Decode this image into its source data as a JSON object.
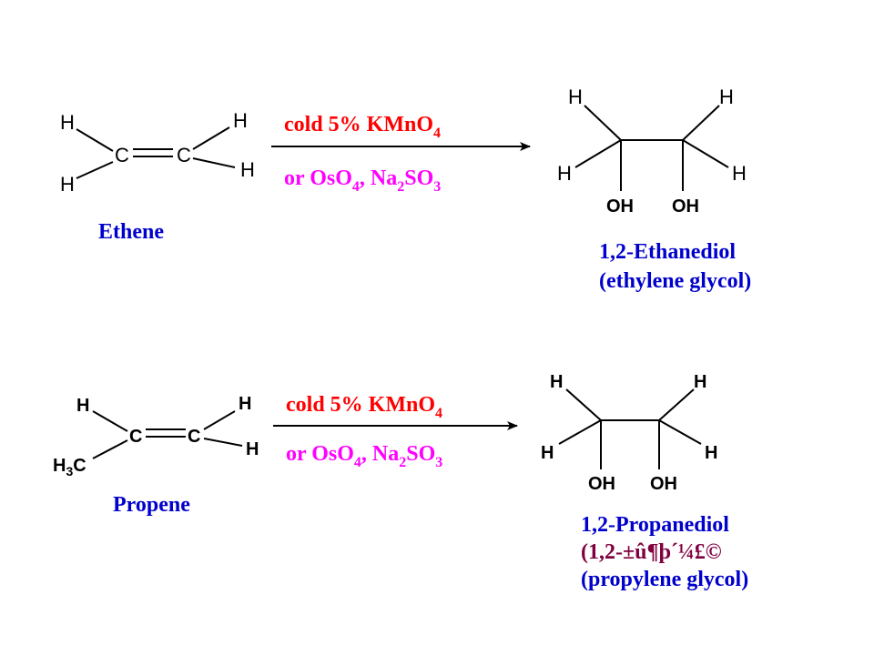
{
  "colors": {
    "reagent": "#ff0000",
    "alt_reagent": "#ff00ff",
    "name": "#0000cc",
    "garbled": "#800040",
    "bond": "#000000"
  },
  "reaction1": {
    "reactant": {
      "atoms": {
        "h1": "H",
        "h2": "H",
        "h3": "H",
        "h4": "H",
        "c1": "C",
        "c2": "C"
      },
      "name": "Ethene"
    },
    "conditions": {
      "line1": {
        "main": "cold  5% KMnO",
        "sub": "4"
      },
      "line2": {
        "p1": "or  OsO",
        "s1": "4",
        "p2": ", Na",
        "s2": "2",
        "p3": "SO",
        "s3": "3"
      }
    },
    "product": {
      "atoms": {
        "h1": "H",
        "h2": "H",
        "h3": "H",
        "h4": "H",
        "oh1": "OH",
        "oh2": "OH"
      },
      "name_line1": "1,2-Ethanediol",
      "name_line2": "(ethylene glycol)"
    }
  },
  "reaction2": {
    "reactant": {
      "atoms": {
        "h1": "H",
        "h2": "H",
        "h3": "H",
        "c1": "C",
        "c2": "C",
        "ch3_h": "H",
        "ch3_sub": "3",
        "ch3_c": "C"
      },
      "name": "Propene"
    },
    "conditions": {
      "line1": {
        "main": "cold  5% KMnO",
        "sub": "4"
      },
      "line2": {
        "p1": "or  OsO",
        "s1": "4",
        "p2": ", Na",
        "s2": "2",
        "p3": "SO",
        "s3": "3"
      }
    },
    "product": {
      "atoms": {
        "h1": "H",
        "h2": "H",
        "h3": "H",
        "h4": "H",
        "oh1": "OH",
        "oh2": "OH"
      },
      "name_line1": "1,2-Propanediol",
      "name_line2": "(1,2-±û¶þ´¼£©",
      "name_line3": "(propylene glycol)"
    }
  }
}
